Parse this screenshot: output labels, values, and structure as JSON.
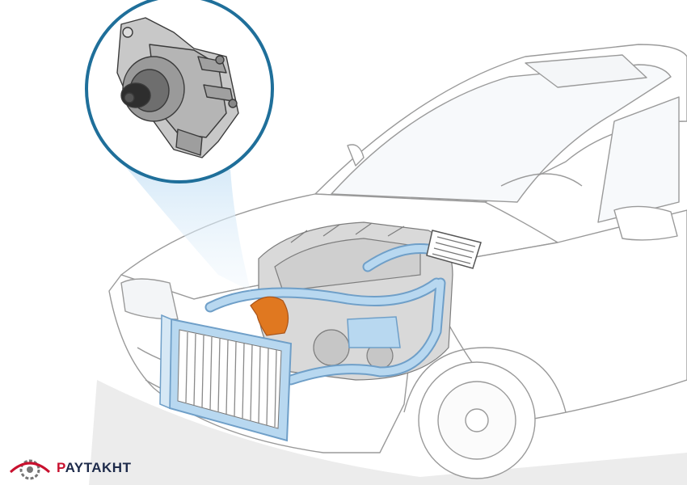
{
  "brand": {
    "first_letter": "P",
    "rest": "AYTAKHT",
    "accent_color": "#c8102e",
    "text_color": "#1d2a4a"
  },
  "colors": {
    "coolant": "#b8d8f0",
    "coolant_stroke": "#6f9fc8",
    "pump_highlight": "#e07820",
    "callout_ring": "#1f6f9a",
    "line_art": "#9a9a9a"
  },
  "icons": [
    "gear-icon",
    "car-illustration",
    "water-pump-icon",
    "radiator-icon",
    "heater-core-icon"
  ]
}
